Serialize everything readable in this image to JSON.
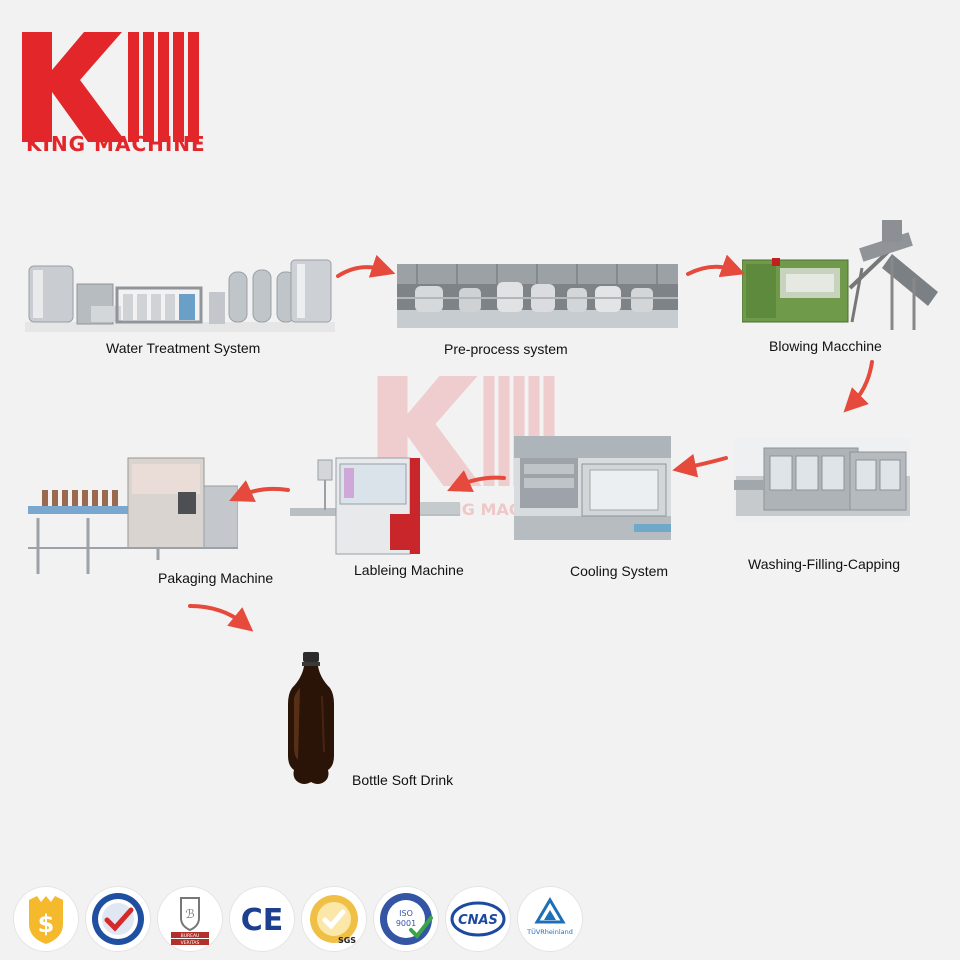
{
  "brand": {
    "name": "KING MACHINE",
    "color": "#e3262a"
  },
  "flow_color": "#e64a3c",
  "steps": [
    {
      "id": "water",
      "label": "Water Treatment System"
    },
    {
      "id": "preprocess",
      "label": "Pre-process system"
    },
    {
      "id": "blowing",
      "label": "Blowing Macchine"
    },
    {
      "id": "washing",
      "label": "Washing-Filling-Capping"
    },
    {
      "id": "cooling",
      "label": "Cooling System"
    },
    {
      "id": "labeling",
      "label": "Lableing Machine"
    },
    {
      "id": "packaging",
      "label": "Pakaging Machine"
    },
    {
      "id": "product",
      "label": "Bottle Soft Drink"
    }
  ],
  "certifications": [
    {
      "id": "sgs-shield",
      "icon": "dollar-shield-icon",
      "text": "$"
    },
    {
      "id": "quality-check",
      "icon": "checkmark-seal-icon",
      "text": ""
    },
    {
      "id": "bureau-veritas",
      "icon": "bureau-veritas-icon",
      "text": "BUREAU VERITAS"
    },
    {
      "id": "ce",
      "icon": "ce-mark-icon",
      "text": "CE"
    },
    {
      "id": "sgs",
      "icon": "sgs-seal-icon",
      "text": "SGS"
    },
    {
      "id": "iso",
      "icon": "iso-9001-icon",
      "text": "ISO 9001"
    },
    {
      "id": "cnas",
      "icon": "cnas-icon",
      "text": "CNAS"
    },
    {
      "id": "tuv",
      "icon": "tuv-rheinland-icon",
      "text": "TÜVRheinland"
    }
  ]
}
